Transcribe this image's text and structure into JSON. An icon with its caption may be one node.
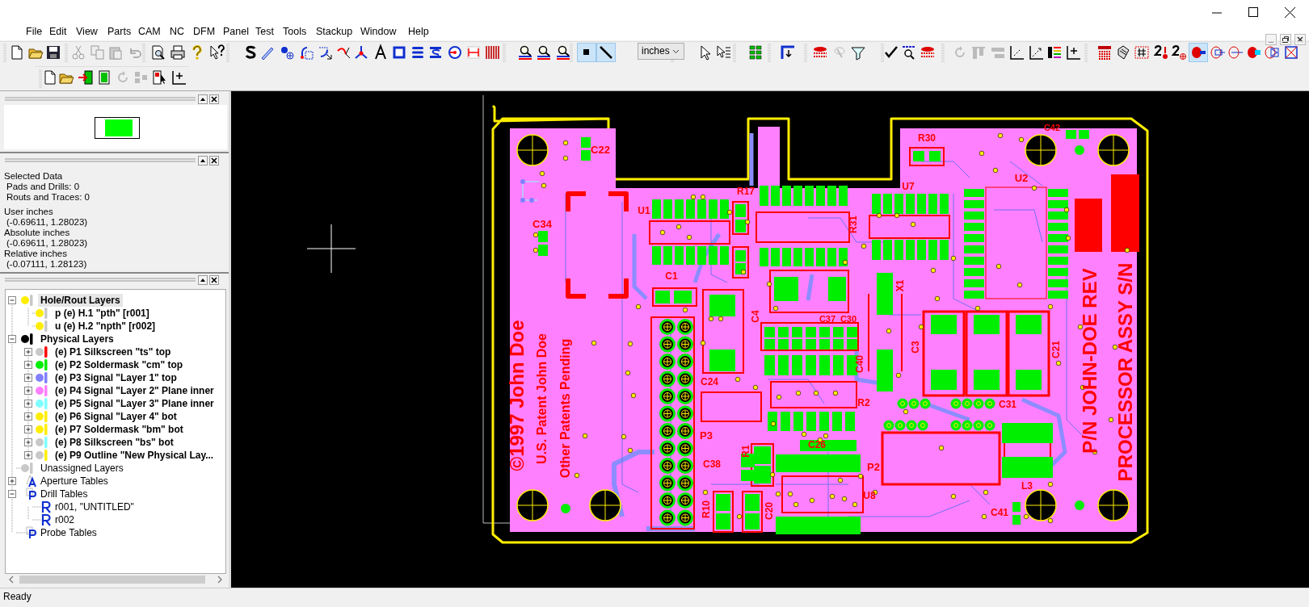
{
  "diagram": {
    "labels": [
      "File",
      "Edit",
      "View",
      "Parts",
      "CAM",
      "NC",
      "DFM",
      "Panel",
      "Test",
      "Tools",
      "Stackup",
      "Window",
      "Help",
      "inches",
      "Selected Data",
      "Pads and Drills: 0",
      "Routs and Traces: 0",
      "User inches",
      "(-0.69611,  1.28023)",
      "Absolute inches",
      "(-0.69611,  1.28023)",
      "Relative inches",
      "(-0.07111,  1.28123)",
      "Hole/Rout Layers",
      "p (e) H.1 \"pth\" [r001]",
      "u (e) H.2 \"npth\" [r002]",
      "Physical Layers",
      "(e) P1 Silkscreen \"ts\" top",
      "(e) P2 Soldermask \"cm\" top",
      "(e) P3 Signal \"Layer 1\" top",
      "(e) P4 Signal \"Layer 2\" Plane inner",
      "(e) P5 Signal \"Layer 3\" Plane inner",
      "(e) P6 Signal \"Layer 4\" bot",
      "(e) P7 Soldermask \"bm\" bot",
      "(e) P8 Silkscreen \"bs\" bot",
      "(e) P9 Outline \"New Physical Lay...",
      "Unassigned Layers",
      "Aperture Tables",
      "Drill Tables",
      "r001, \"UNTITLED\"",
      "r002",
      "Probe Tables",
      "Ready",
      "C22",
      "C34",
      "U1",
      "R17",
      "C1",
      "C24",
      "P3",
      "C38",
      "R10",
      "C20",
      "R1",
      "C4",
      "©1997 John Doe",
      "U.S. Patent John Doe",
      "Other Patents Pending",
      "R30",
      "C42",
      "U7",
      "U2",
      "R31",
      "C37",
      "C30",
      "X1",
      "C40",
      "C3",
      "C21",
      "R2",
      "C31",
      "C26",
      "P2",
      "U8",
      "L3",
      "C41",
      "P/N JOHN-DOE REV",
      "PROCESSOR ASSY S/N"
    ]
  }
}
